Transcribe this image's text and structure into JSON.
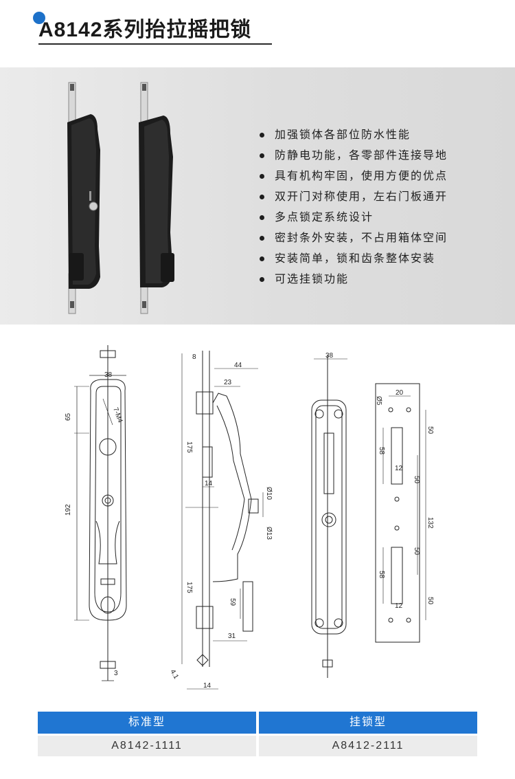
{
  "header": {
    "title": "A8142系列抬拉摇把锁"
  },
  "features": [
    "加强锁体各部位防水性能",
    "防静电功能，各零部件连接导地",
    "具有机构牢固，使用方便的优点",
    "双开门对称使用，左右门板通开",
    "多点锁定系统设计",
    "密封条外安装，不占用箱体空间",
    "安装简单，锁和齿条整体安装",
    "可选挂锁功能"
  ],
  "drawing_front": {
    "d_width": "38",
    "d_65": "65",
    "d_7m4": "7-M4",
    "d_192": "192",
    "d_3": "3"
  },
  "drawing_side": {
    "d_8": "8",
    "d_44": "44",
    "d_23": "23",
    "d_175a": "175",
    "d_14a": "14",
    "d_10": "Ø10",
    "d_13": "Ø13",
    "d_175b": "175",
    "d_59": "59",
    "d_31": "31",
    "d_41": "4.1",
    "d_14b": "14"
  },
  "drawing_back": {
    "d_width": "38"
  },
  "drawing_cutout": {
    "d_5": "Ø5",
    "d_20": "20",
    "d_50a": "50",
    "d_58a": "58",
    "d_12a": "12",
    "d_50b": "50",
    "d_132": "132",
    "d_50c": "50",
    "d_58b": "58",
    "d_50d": "50",
    "d_12b": "12"
  },
  "models": [
    {
      "type": "标准型",
      "code": "A8142-1111"
    },
    {
      "type": "挂锁型",
      "code": "A8412-2111"
    }
  ]
}
